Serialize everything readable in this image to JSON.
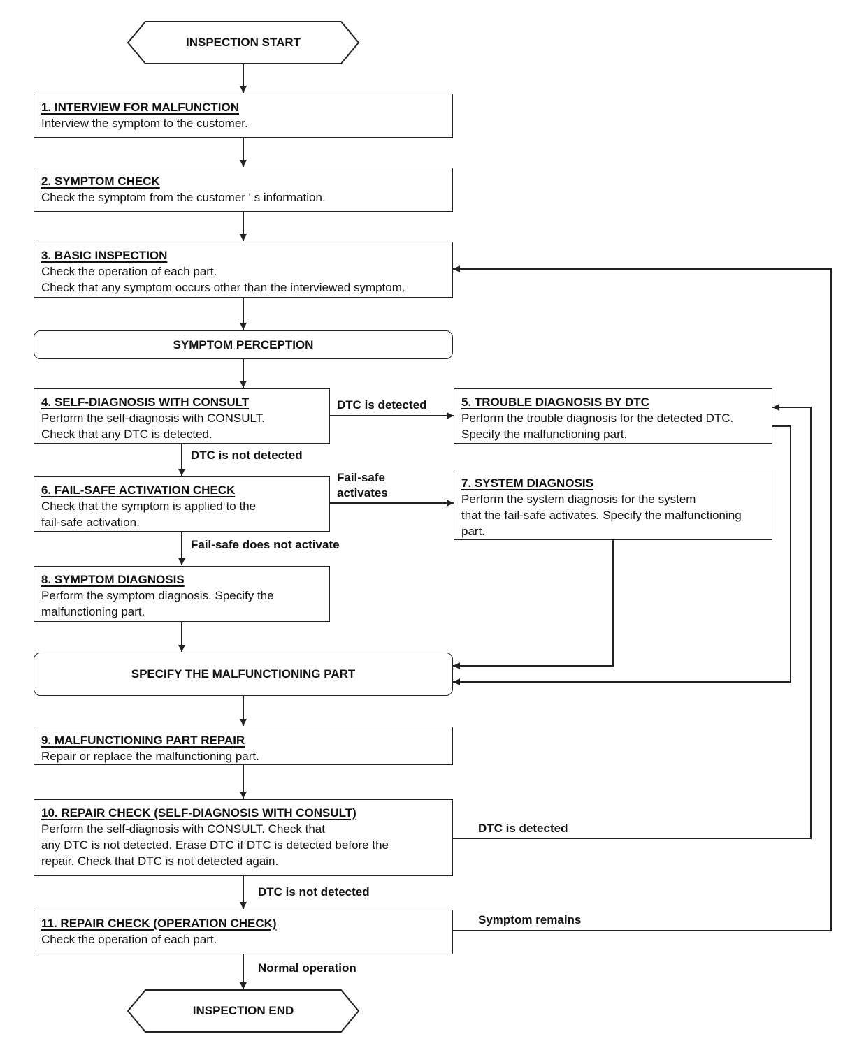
{
  "start": "INSPECTION START",
  "end": "INSPECTION END",
  "steps": [
    {
      "title": "1. INTERVIEW FOR MALFUNCTION",
      "body": "Interview the symptom to the customer."
    },
    {
      "title": "2. SYMPTOM CHECK",
      "body": "Check the symptom from the customer ' s information."
    },
    {
      "title": "3. BASIC INSPECTION",
      "body": "Check the operation of each part.\nCheck that any symptom occurs other than the interviewed symptom."
    },
    {
      "title": "4. SELF-DIAGNOSIS WITH CONSULT",
      "body": "Perform the self-diagnosis with CONSULT.\nCheck that any DTC is detected."
    },
    {
      "title": "5. TROUBLE DIAGNOSIS BY DTC",
      "body": "Perform the trouble diagnosis for the detected DTC.\nSpecify the malfunctioning part."
    },
    {
      "title": "6. FAIL-SAFE ACTIVATION CHECK",
      "body": "Check that the symptom is applied to the\nfail-safe activation."
    },
    {
      "title": "7. SYSTEM DIAGNOSIS",
      "body": "Perform the system diagnosis for the system\nthat the fail-safe activates. Specify the malfunctioning\npart."
    },
    {
      "title": "8. SYMPTOM DIAGNOSIS",
      "body": "Perform the symptom diagnosis. Specify the\nmalfunctioning part."
    },
    {
      "title": "9. MALFUNCTIONING PART REPAIR",
      "body": "Repair or replace the malfunctioning part."
    },
    {
      "title": "10. REPAIR CHECK (SELF-DIAGNOSIS WITH CONSULT)",
      "body": "Perform the self-diagnosis with CONSULT. Check that\nany DTC is not detected. Erase DTC if DTC is detected before the\nrepair. Check that DTC is not detected again."
    },
    {
      "title": "11. REPAIR CHECK (OPERATION CHECK)",
      "body": "Check the operation of each part."
    }
  ],
  "symptom_perception": "SYMPTOM PERCEPTION",
  "specify_part": "SPECIFY THE MALFUNCTIONING PART",
  "labels": {
    "dtc_detected_4": "DTC is detected",
    "dtc_not_detected_4": "DTC is not detected",
    "failsafe_activates": "Fail-safe\nactivates",
    "failsafe_not_activate": "Fail-safe does not activate",
    "dtc_detected_10": "DTC is detected",
    "dtc_not_detected_10": "DTC is not detected",
    "symptom_remains": "Symptom remains",
    "normal_operation": "Normal operation"
  },
  "colors": {
    "line": "#222222",
    "background": "#ffffff"
  }
}
